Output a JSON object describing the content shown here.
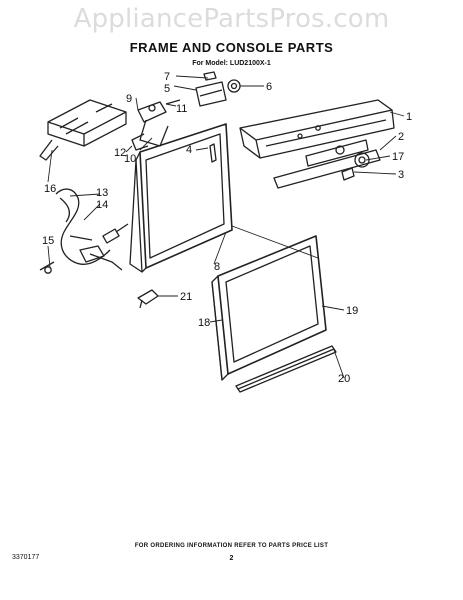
{
  "watermark": "AppliancePartsPros.com",
  "title": "FRAME AND CONSOLE PARTS",
  "subtitle": "For Model: LUD2100X-1",
  "footer": {
    "part_number": "3370177",
    "order_note": "FOR ORDERING INFORMATION REFER TO PARTS PRICE LIST",
    "page": "2"
  },
  "callouts": [
    "1",
    "2",
    "3",
    "4",
    "5",
    "6",
    "7",
    "8",
    "9",
    "10",
    "11",
    "12",
    "13",
    "14",
    "15",
    "16",
    "17",
    "18",
    "19",
    "20",
    "21"
  ]
}
